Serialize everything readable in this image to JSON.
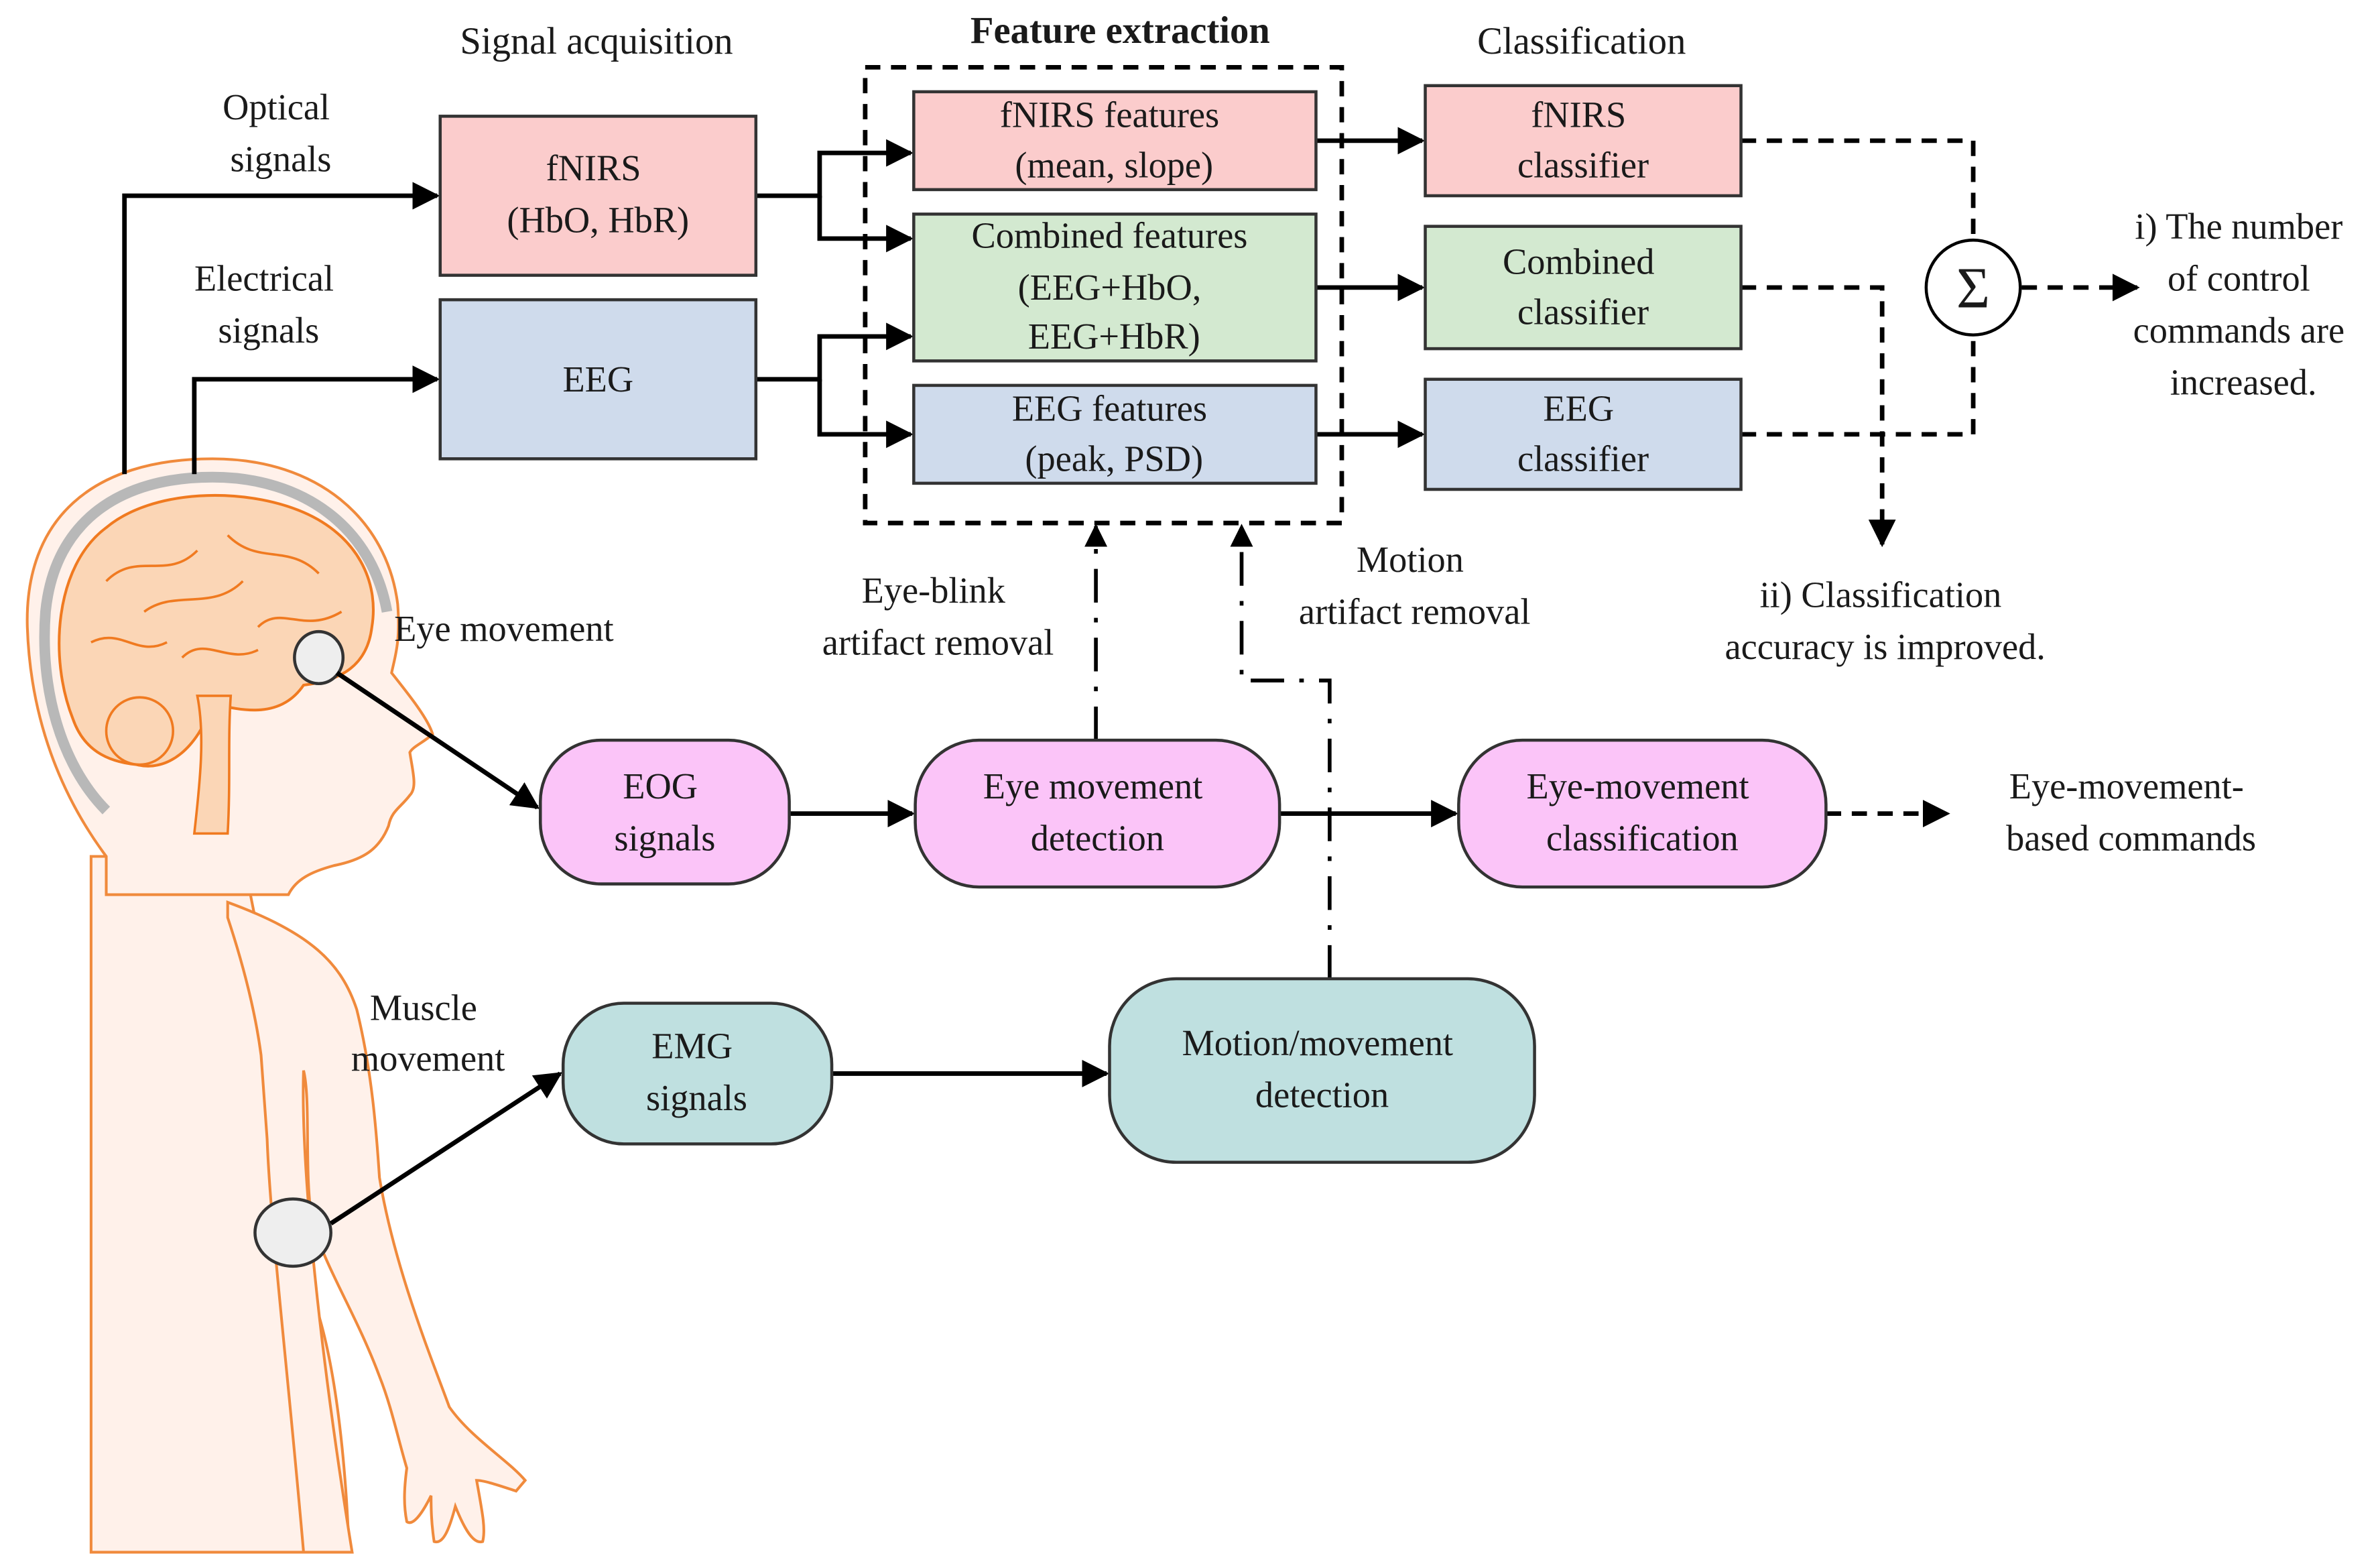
{
  "colors": {
    "fnirs": "#fbcccc",
    "eeg": "#cfdbec",
    "combined": "#d3e9d0",
    "eog_path": "#fbc4f8",
    "emg_path": "#bfe0e0",
    "skin": "#fff1ea",
    "brain_outline": "#f07a20"
  },
  "headings": {
    "signal_acquisition": "Signal acquisition",
    "feature_extraction": "Feature extraction",
    "classification": "Classification"
  },
  "inputs": {
    "optical": [
      "Optical",
      "signals"
    ],
    "electrical": [
      "Electrical",
      "signals"
    ],
    "eye_movement": "Eye movement",
    "muscle_movement": [
      "Muscle",
      "movement"
    ]
  },
  "acquisition": {
    "fnirs": [
      "fNIRS",
      "(HbO, HbR)"
    ],
    "eeg": [
      "EEG"
    ]
  },
  "features": {
    "fnirs": [
      "fNIRS features",
      "(mean, slope)"
    ],
    "combined": [
      "Combined features",
      "(EEG+HbO,",
      "EEG+HbR)"
    ],
    "eeg": [
      "EEG features",
      "(peak, PSD)"
    ]
  },
  "classifiers": {
    "fnirs": [
      "fNIRS",
      "classifier"
    ],
    "combined": [
      "Combined",
      "classifier"
    ],
    "eeg": [
      "EEG",
      "classifier"
    ]
  },
  "sum_symbol": "Σ",
  "outcomes": {
    "first": [
      "i) The number",
      "of control",
      "commands are",
      "increased."
    ],
    "second": [
      "ii) Classification",
      "accuracy is improved."
    ]
  },
  "artifacts": {
    "eye_blink": [
      "Eye-blink",
      "artifact removal"
    ],
    "motion": [
      "Motion",
      "artifact removal"
    ]
  },
  "eye_path": {
    "eog": [
      "EOG",
      "signals"
    ],
    "detection": [
      "Eye movement",
      "detection"
    ],
    "classification": [
      "Eye-movement",
      "classification"
    ],
    "output": [
      "Eye-movement-",
      "based commands"
    ]
  },
  "muscle_path": {
    "emg": [
      "EMG",
      "signals"
    ],
    "detection": [
      "Motion/movement",
      "detection"
    ]
  }
}
